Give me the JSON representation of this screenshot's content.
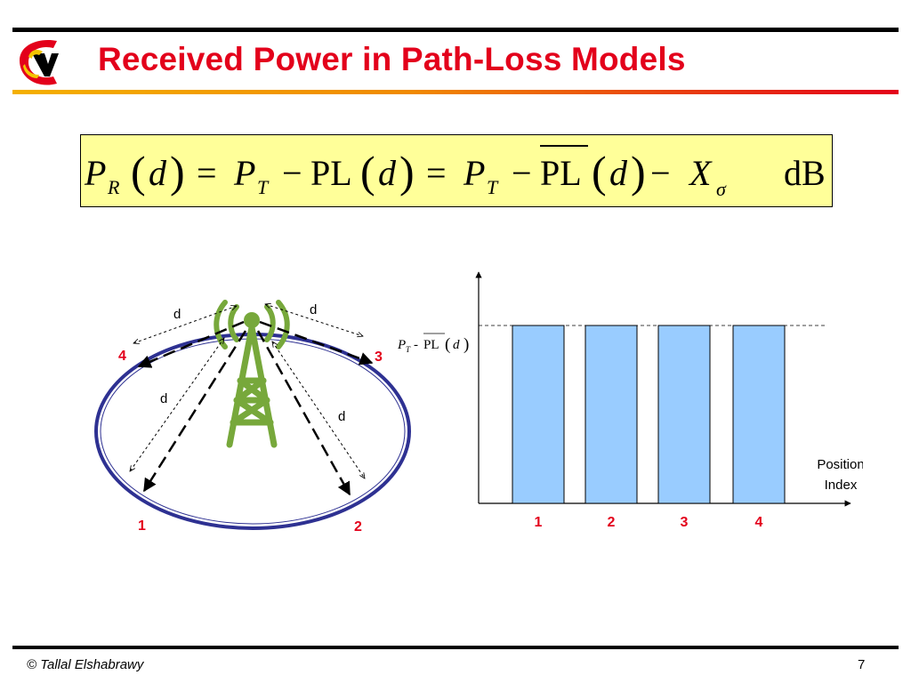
{
  "header": {
    "title": "Received Power in Path-Loss Models",
    "title_color": "#e3001b"
  },
  "formula": {
    "background": "#ffff99",
    "P": "P",
    "R_sub": "R",
    "lparen1": "(",
    "d1": "d",
    "rparen1": ")",
    "eq1": "=",
    "P2": "P",
    "T_sub1": "T",
    "minus1": "−",
    "PL1": "PL",
    "lparen2": "(",
    "d2": "d",
    "rparen2": ")",
    "eq2": "=",
    "P3": "P",
    "T_sub2": "T",
    "minus2": "−",
    "PL2": "PL",
    "lparen3": "(",
    "d3": "d",
    "rparen3": ")",
    "minus3": "−",
    "X": "X",
    "sigma_sub": "σ",
    "unit": "dB"
  },
  "coverage_diagram": {
    "ring_color": "#2e3192",
    "tower_color": "#77a83b",
    "distance_labels": [
      "d",
      "d",
      "d",
      "d"
    ],
    "positions": [
      "1",
      "2",
      "3",
      "4"
    ],
    "position_color": "#e3001b"
  },
  "chart_data": {
    "type": "bar",
    "categories": [
      "1",
      "2",
      "3",
      "4"
    ],
    "values": [
      1,
      1,
      1,
      1
    ],
    "bar_color": "#99ccff",
    "reference_line": {
      "P": "P",
      "T_sub": "T",
      "dash": "-",
      "PL": "PL",
      "lparen": "(",
      "d": "d",
      "rparen": ")",
      "value": 1
    },
    "xlabel_line1": "Position",
    "xlabel_line2": "Index",
    "ylim": [
      0,
      1.3
    ]
  },
  "footer": {
    "copyright": "© Tallal Elshabrawy",
    "page_number": "7"
  }
}
